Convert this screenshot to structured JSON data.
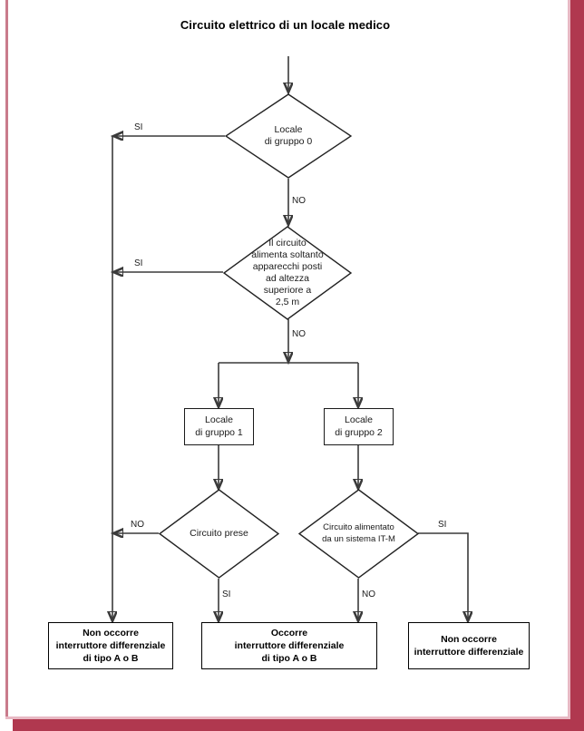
{
  "document": {
    "title": "Circuito elettrico di un locale medico",
    "frame_color": "#b0384f",
    "frame_accent_color": "#e8b9c4"
  },
  "chart_data": {
    "type": "diagram",
    "subtype": "flowchart",
    "title": "Circuito elettrico di un locale medico",
    "language": "it",
    "nodes": [
      {
        "id": "d1",
        "shape": "diamond",
        "text": "Locale\ndi gruppo 0"
      },
      {
        "id": "d2",
        "shape": "diamond",
        "text": "Il circuito\nalimenta soltanto\napparecchi posti\nad altezza\nsuperiore a\n2,5 m"
      },
      {
        "id": "b1",
        "shape": "rectangle",
        "text": "Locale\ndi gruppo 1"
      },
      {
        "id": "b2",
        "shape": "rectangle",
        "text": "Locale\ndi gruppo 2"
      },
      {
        "id": "d3",
        "shape": "diamond",
        "text": "Circuito prese"
      },
      {
        "id": "d4",
        "shape": "diamond",
        "text": "Circuito alimentato\nda un sistema IT-M"
      },
      {
        "id": "r1",
        "shape": "result",
        "text": "Non occorre\ninterruttore differenziale\ndi tipo A o B"
      },
      {
        "id": "r2",
        "shape": "result",
        "text": "Occorre\ninterruttore differenziale\ndi tipo A o B"
      },
      {
        "id": "r3",
        "shape": "result",
        "text": "Non occorre\ninterruttore differenziale"
      }
    ],
    "edges": [
      {
        "from": "start",
        "to": "d1",
        "label": ""
      },
      {
        "from": "d1",
        "to": "r1",
        "label": "SI"
      },
      {
        "from": "d1",
        "to": "d2",
        "label": "NO"
      },
      {
        "from": "d2",
        "to": "r1",
        "label": "SI"
      },
      {
        "from": "d2",
        "to": "split",
        "label": "NO"
      },
      {
        "from": "split",
        "to": "b1",
        "label": ""
      },
      {
        "from": "split",
        "to": "b2",
        "label": ""
      },
      {
        "from": "b1",
        "to": "d3",
        "label": ""
      },
      {
        "from": "b2",
        "to": "d4",
        "label": ""
      },
      {
        "from": "d3",
        "to": "r1",
        "label": "NO"
      },
      {
        "from": "d3",
        "to": "r2",
        "label": "SI"
      },
      {
        "from": "d4",
        "to": "r2",
        "label": "NO"
      },
      {
        "from": "d4",
        "to": "r3",
        "label": "SI"
      }
    ],
    "edge_labels": {
      "d1_si": "SI",
      "d1_no": "NO",
      "d2_si": "SI",
      "d2_no": "NO",
      "d3_no": "NO",
      "d3_si": "SI",
      "d4_si": "SI",
      "d4_no": "NO"
    }
  }
}
